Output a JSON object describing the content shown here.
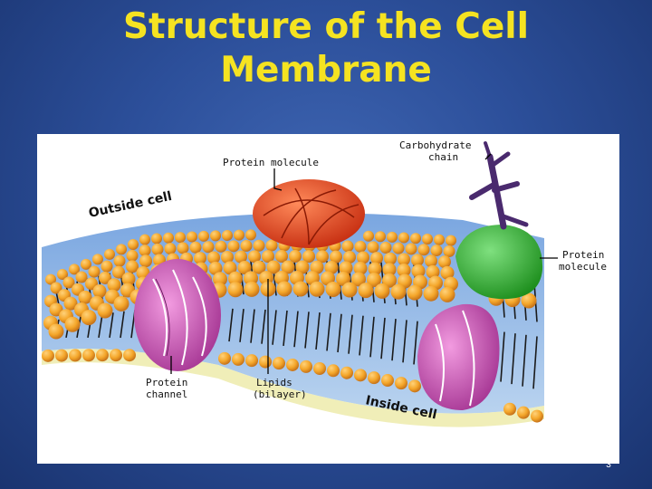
{
  "slide": {
    "title_line1": "Structure of the Cell",
    "title_line2": "Membrane",
    "number": "3"
  },
  "diagram": {
    "labels": {
      "protein_molecule_top": "Protein molecule",
      "carbohydrate_line1": "Carbohydrate",
      "carbohydrate_line2": "chain",
      "outside_cell": "Outside cell",
      "protein_molecule_right_line1": "Protein",
      "protein_molecule_right_line2": "molecule",
      "protein_channel_line1": "Protein",
      "protein_channel_line2": "channel",
      "lipids_line1": "Lipids",
      "lipids_line2": "(bilayer)",
      "inside_cell": "Inside cell"
    }
  },
  "colors": {
    "title": "#f5e321",
    "background": "#2c4f9a",
    "lipid_head": "#f4a62a",
    "protein_top": "#e8401c",
    "protein_green": "#2fb82f",
    "protein_channel": "#d64fbf",
    "carbohydrate": "#4a2a6e",
    "interior": "#8fb3df"
  }
}
